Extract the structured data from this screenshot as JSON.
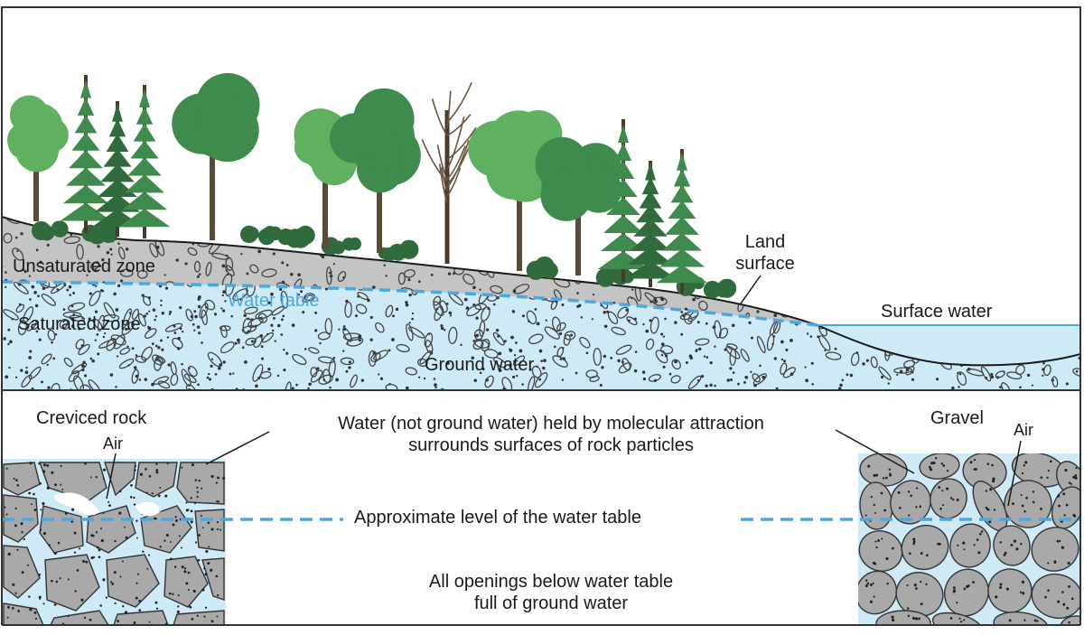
{
  "top_panel": {
    "unsaturated_zone": "Unsaturated zone",
    "water_table": "Water table",
    "saturated_zone": "Saturated zone",
    "ground_water": "Ground water",
    "land_surface_line1": "Land",
    "land_surface_line2": "surface",
    "surface_water": "Surface water"
  },
  "bottom_panel": {
    "creviced_rock": "Creviced rock",
    "air_left": "Air",
    "molecular_line1": "Water (not ground water) held by molecular attraction",
    "molecular_line2": "surrounds surfaces of rock particles",
    "water_table_level": "Approximate level of the water table",
    "openings_line1": "All openings below water table",
    "openings_line2": "full of ground water",
    "gravel": "Gravel",
    "air_right": "Air"
  },
  "colors": {
    "water": "#cdeaf6",
    "water_table_line": "#4aa8e0",
    "soil": "#c4c4c4",
    "rock": "#a9a9a9",
    "frame": "#333333",
    "tree_dark": "#2f6b3d",
    "tree_mid": "#3f8a4d",
    "tree_light": "#5fb15f"
  },
  "icons": [
    "deciduous-tree-icon",
    "conifer-tree-icon",
    "bare-tree-icon",
    "shrub-icon",
    "rock-particle-icon",
    "gravel-pebble-icon"
  ]
}
